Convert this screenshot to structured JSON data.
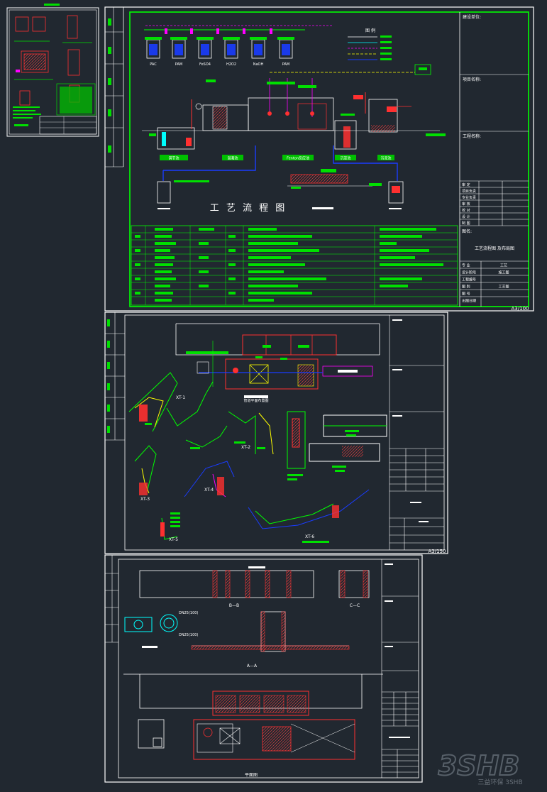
{
  "sheet1": {
    "main_title": "工 艺 流 程 图",
    "scale_stamp": "A3/100",
    "title_block": {
      "client": "建设单位:",
      "project_name": "项目名称:",
      "project": "工程名称:",
      "drawing_label": "图名:",
      "drawing_name": "工艺流程图  及布局图",
      "rows": [
        "审 定",
        "项目负责",
        "专业负责",
        "审 核",
        "校 对",
        "设 计",
        "制 图"
      ],
      "row_values": [
        "",
        "",
        "",
        "",
        "",
        "",
        ""
      ],
      "footer_rows": [
        "专 业",
        "设计阶段",
        "工程编号",
        "图 别",
        "图 号",
        "出图日期"
      ],
      "footer_values": [
        "工艺",
        "施工图",
        "",
        "工艺图",
        "",
        ""
      ]
    },
    "tank_labels": [
      "PAC",
      "PAM",
      "FeSO4",
      "H2O2",
      "NaOH",
      "PAM"
    ],
    "unit_labels": [
      "调节池",
      "混凝池",
      "Fenton反应池",
      "沉淀池",
      "污泥池"
    ],
    "legend_title": "图 例"
  },
  "sheet2": {
    "scale_stamp": "A3/150",
    "plan_label": "管道平面布置图",
    "iso_labels": [
      "XT-1",
      "XT-2",
      "XT-3",
      "XT-4",
      "XT-5",
      "XT-6"
    ]
  },
  "sheet3": {
    "section_labels": [
      "B—B",
      "C—C",
      "A—A"
    ],
    "plan_label": "平面图",
    "pipe_labels": [
      "DN25(100)",
      "DN25(100)"
    ]
  },
  "watermark": {
    "logo": "3SHB",
    "caption": "三益环保 3SHB"
  },
  "colors": {
    "background": "#212830",
    "frame": "#ffffff",
    "inner_frame": "#00ff00",
    "fill_green": "#00e000",
    "pipe_blue": "#1a3cff",
    "pipe_magenta": "#ff00ff",
    "equipment_red": "#ff3030",
    "equipment_yellow": "#ffff00",
    "cyan": "#00ffff"
  }
}
